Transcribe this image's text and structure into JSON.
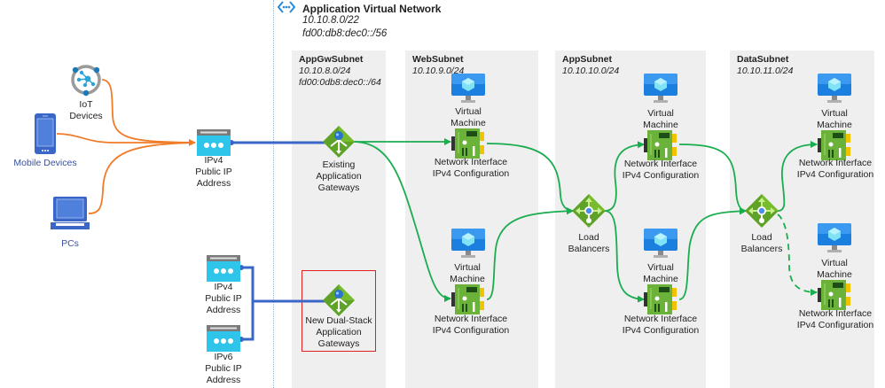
{
  "vnet": {
    "title": "Application Virtual Network",
    "ipv4_cidr": "10.10.8.0/22",
    "ipv6_cidr": "fd00:db8:dec0::/56",
    "icon": "virtual-network-icon"
  },
  "subnets": [
    {
      "name": "AppGwSubnet",
      "ipv4_cidr": "10.10.8.0/24",
      "ipv6_cidr": "fd00:0db8:dec0::/64"
    },
    {
      "name": "WebSubnet",
      "ipv4_cidr": "10.10.9.0/24"
    },
    {
      "name": "AppSubnet",
      "ipv4_cidr": "10.10.10.0/24"
    },
    {
      "name": "DataSubnet",
      "ipv4_cidr": "10.10.11.0/24"
    }
  ],
  "clients": {
    "iot": {
      "line1": "IoT",
      "line2": "Devices"
    },
    "mobile": {
      "label": "Mobile Devices"
    },
    "pcs": {
      "label": "PCs"
    }
  },
  "public_ips": {
    "existing_ipv4": {
      "line1": "IPv4",
      "line2": "Public IP",
      "line3": "Address"
    },
    "new_ipv4": {
      "line1": "IPv4",
      "line2": "Public IP",
      "line3": "Address"
    },
    "new_ipv6": {
      "line1": "IPv6",
      "line2": "Public IP",
      "line3": "Address"
    }
  },
  "gateways": {
    "existing": {
      "line1": "Existing",
      "line2": "Application",
      "line3": "Gateways"
    },
    "new": {
      "line1": "New Dual-Stack",
      "line2": "Application",
      "line3": "Gateways"
    }
  },
  "vm": {
    "line1": "Virtual",
    "line2": "Machine"
  },
  "nic": {
    "line1": "Network Interface",
    "line2": "IPv4 Configuration"
  },
  "load_balancer": {
    "line1": "Load",
    "line2": "Balancers"
  },
  "colors": {
    "client_link": "#f07c28",
    "public_ip_link": "#3a67c7",
    "internal_link": "#1aad4e",
    "highlight_box": "#e02020",
    "subnet_bg": "#efefef"
  }
}
